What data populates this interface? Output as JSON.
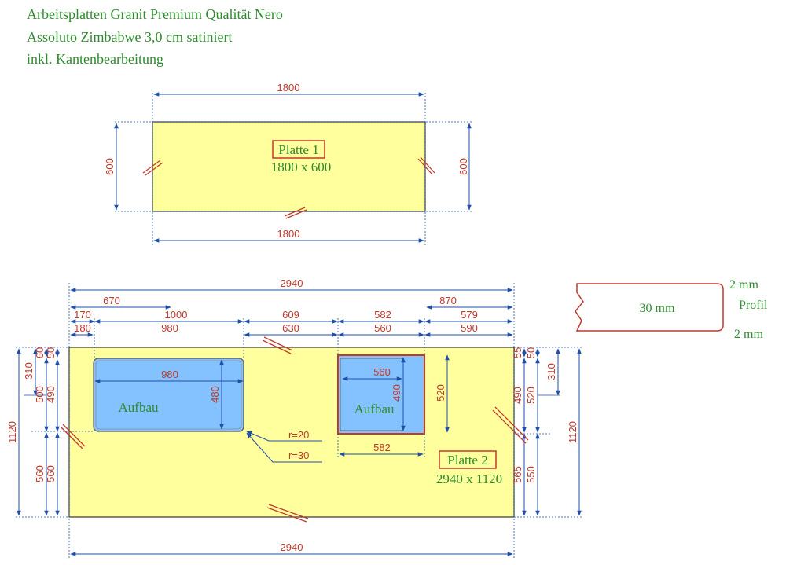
{
  "header": {
    "line1": "Arbeitsplatten Granit Premium Qualität Nero",
    "line2": "Assoluto Zimbabwe 3,0 cm satiniert",
    "line3": "inkl. Kantenbearbeitung"
  },
  "plate1": {
    "name": "Platte 1",
    "size": "1800 x 600",
    "dim_top": "1800",
    "dim_bottom": "1800",
    "dim_left": "600",
    "dim_right": "600"
  },
  "plate2": {
    "name": "Platte 2",
    "size": "2940 x 1120",
    "dims": {
      "top_total": "2940",
      "bottom_total": "2940",
      "t670": "670",
      "t870": "870",
      "t170": "170",
      "t1000": "1000",
      "t609": "609",
      "t582": "582",
      "t579": "579",
      "t180": "180",
      "t980": "980",
      "t630": "630",
      "t560": "560",
      "t590": "590",
      "l1120": "1120",
      "l310": "310",
      "l60": "60",
      "l50": "50",
      "l500": "500",
      "l490": "490",
      "l560a": "560",
      "l560b": "560",
      "r1120": "1120",
      "r310": "310",
      "r55": "55",
      "r50": "50",
      "r490": "490",
      "r520": "520",
      "r565": "565",
      "r550": "550"
    },
    "cutout1": {
      "label": "Aufbau",
      "w": "980",
      "h": "480",
      "r1": "r=20",
      "r2": "r=30"
    },
    "cutout2": {
      "label": "Aufbau",
      "w": "560",
      "h": "490",
      "outer_h": "520",
      "outer_w": "582"
    }
  },
  "profile": {
    "thickness": "30 mm",
    "top": "2 mm",
    "label": "Profil",
    "bottom": "2 mm"
  },
  "colors": {
    "slab": "#ffff9e",
    "cutout": "#84c1ff",
    "dim_line": "#1f4fa8",
    "dim_text": "#c0392b",
    "label": "#2e8b2e",
    "box": "#c0392b"
  }
}
